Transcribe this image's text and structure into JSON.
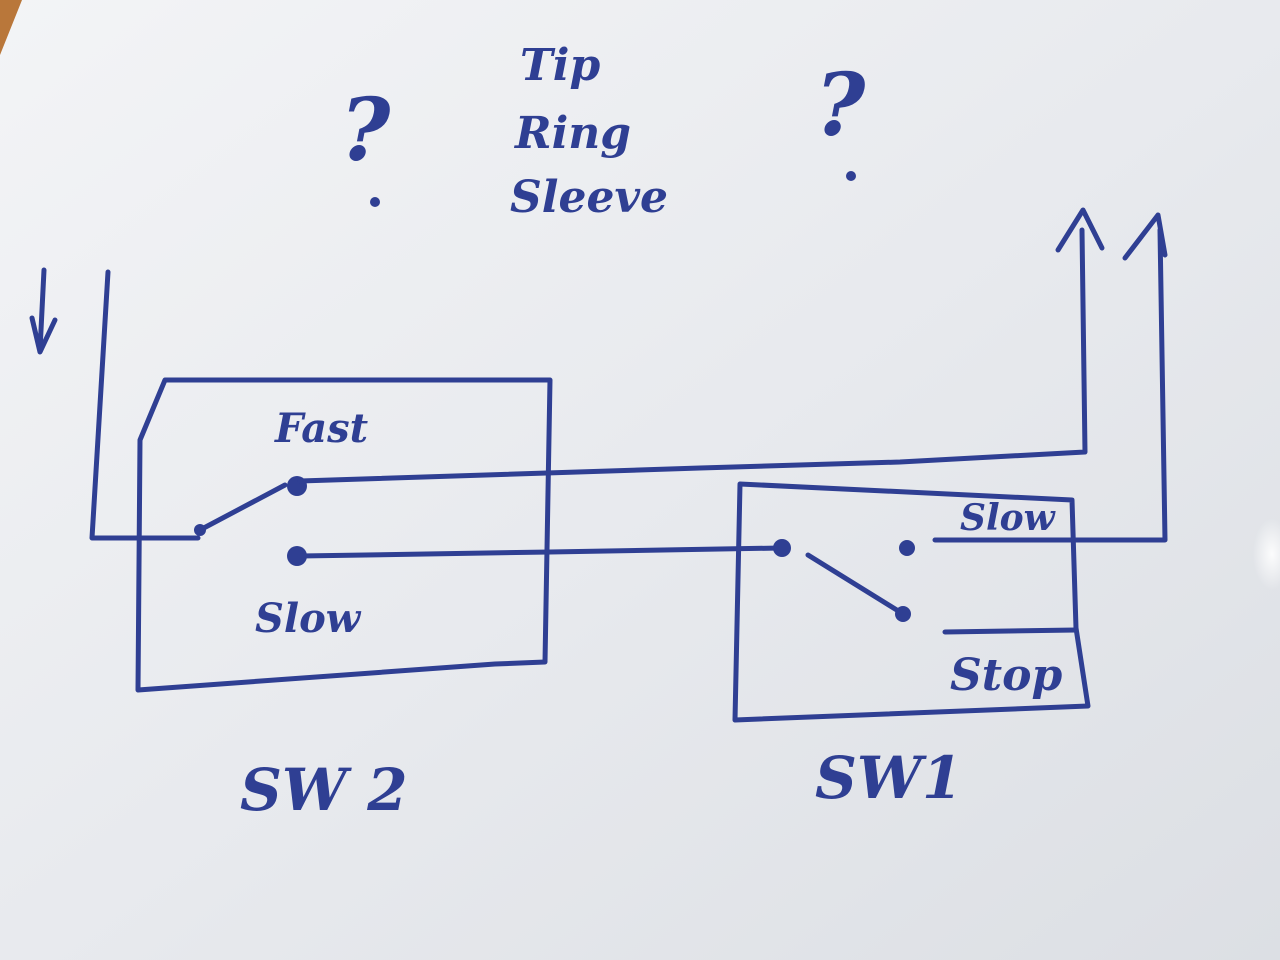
{
  "labels": {
    "question_left": "?",
    "question_right": "?",
    "tip": "Tip",
    "ring": "Ring",
    "sleeve": "Sleeve",
    "sw2_fast": "Fast",
    "sw2_slow": "Slow",
    "sw1_slow": "Slow",
    "sw1_stop": "Stop",
    "sw2_name": "SW 2",
    "sw1_name": "SW1"
  },
  "colors": {
    "ink": "#2f3f93",
    "paper": "#eef0f3"
  }
}
